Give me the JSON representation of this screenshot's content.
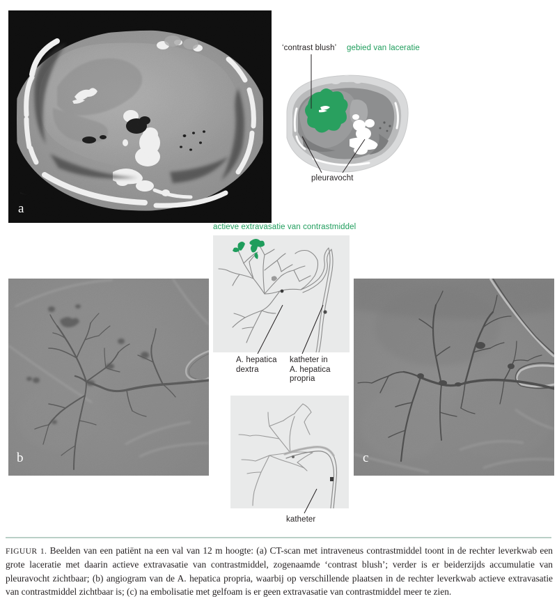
{
  "figure": {
    "label": "FIGUUR 1.",
    "caption": " Beelden van een patiënt na een val van 12 m hoogte: (a) CT-scan met intraveneus contrastmiddel toont in de rechter leverkwab een grote laceratie met daarin actieve extravasatie van contrastmiddel, zogenaamde ‘contrast blush’; verder is er beiderzijds accumulatie van pleuravocht zichtbaar; (b) angiogram van de A. hepatica propria, waarbij op verschillende plaatsen in de rechter leverkwab actieve extravasatie van contrastmiddel zichtbaar is; (c) na embolisatie met gelfoam is er geen extravasatie van contrastmiddel meer te zien."
  },
  "panels": {
    "a": {
      "letter": "a",
      "kind": "ct-scan"
    },
    "b": {
      "letter": "b",
      "kind": "angiogram"
    },
    "c": {
      "letter": "c",
      "kind": "angiogram-post-embolisation"
    }
  },
  "annotations": {
    "contrast_blush": "‘contrast blush’",
    "gebied_van_laceratie": "gebied van laceratie",
    "pleuravocht": "pleuravocht",
    "actieve_extravasatie": "actieve extravasatie van contrastmiddel",
    "a_hepatica_dextra": "A. hepatica dextra",
    "katheter_in_a_hepatica_propria": "katheter in A. hepatica propria",
    "katheter": "katheter"
  },
  "colors": {
    "accent_green": "#1f9d5c",
    "laceration_green": "#29a05f",
    "label_black": "#231f20",
    "rule": "#b9cfc6",
    "schematic_bg": "#e9eaea",
    "page_bg": "#ffffff"
  }
}
